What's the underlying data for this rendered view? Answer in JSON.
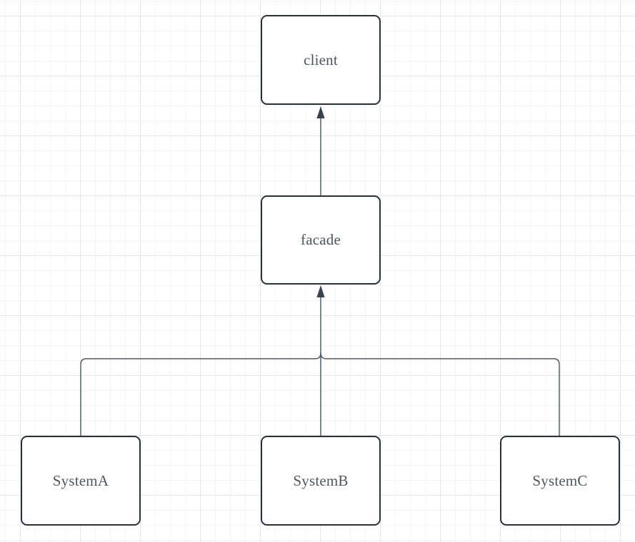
{
  "diagram": {
    "type": "flowchart",
    "pattern": "facade",
    "nodes": {
      "client": {
        "label": "client"
      },
      "facade": {
        "label": "facade"
      },
      "systemA": {
        "label": "SystemA"
      },
      "systemB": {
        "label": "SystemB"
      },
      "systemC": {
        "label": "SystemC"
      }
    },
    "edges": [
      {
        "from": "facade",
        "to": "client",
        "style": "arrow-up"
      },
      {
        "from": "systemA",
        "to": "facade",
        "style": "orthogonal-arrow-up"
      },
      {
        "from": "systemB",
        "to": "facade",
        "style": "arrow-up"
      },
      {
        "from": "systemC",
        "to": "facade",
        "style": "orthogonal-arrow-up"
      }
    ],
    "colors": {
      "background": "#ffffff",
      "grid_minor": "#f4f4f6",
      "grid_major": "#e7e7eb",
      "node_fill": "#ffffff",
      "node_border": "#29303c",
      "edge_line": "#4e5761",
      "arrowhead": "#3a424f",
      "label_text": "#4e5562"
    }
  }
}
